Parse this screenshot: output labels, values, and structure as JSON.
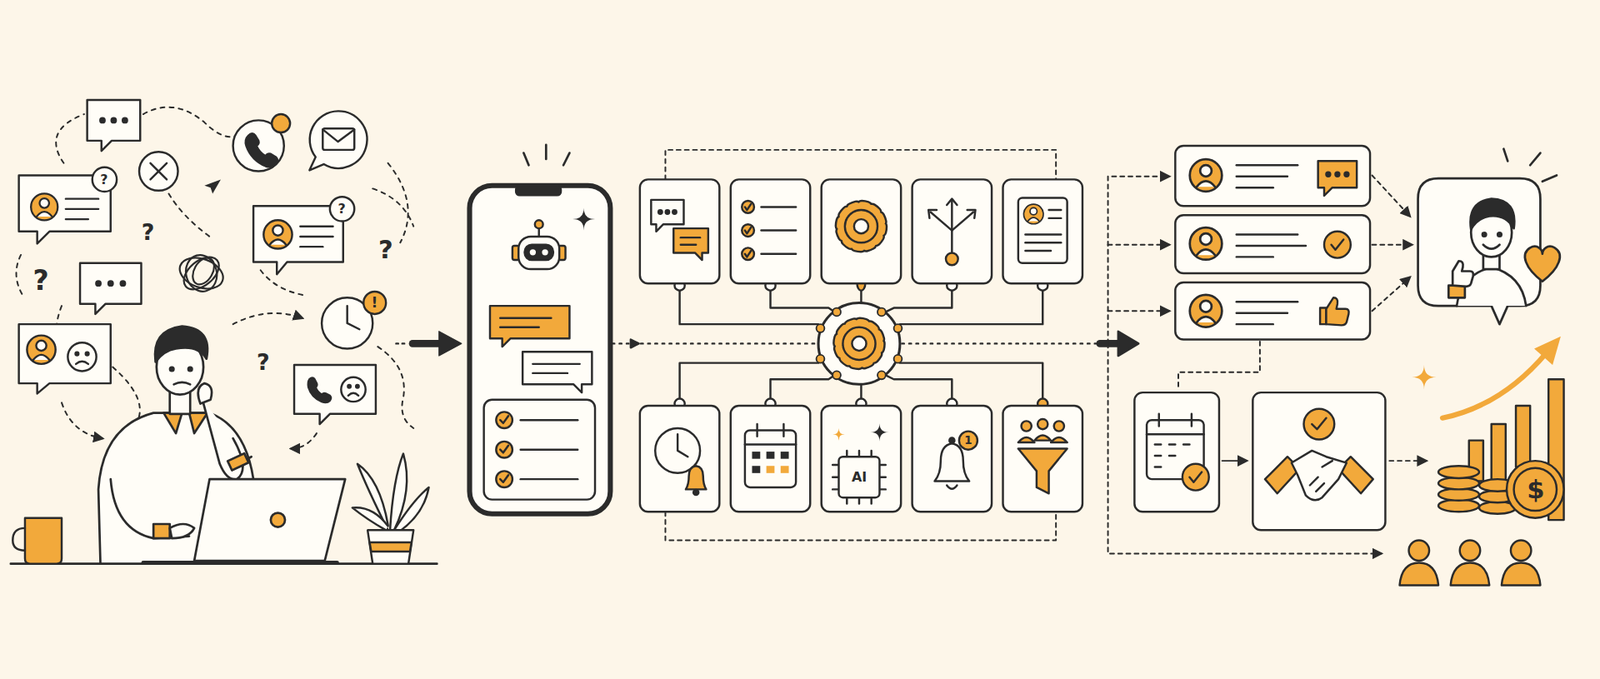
{
  "diagram": {
    "labels": [
      "?",
      "?",
      "?",
      "?",
      "?",
      "?",
      "!",
      "AI",
      "1",
      "$"
    ]
  }
}
